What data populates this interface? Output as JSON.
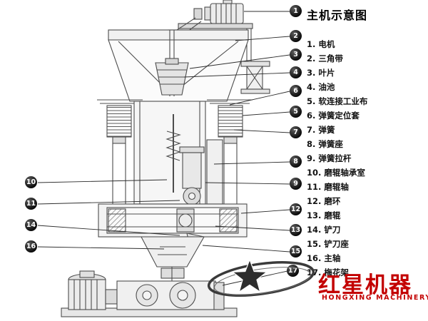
{
  "legend": {
    "title": "主机示意图",
    "items": [
      "1. 电机",
      "2. 三角带",
      "3. 叶片",
      "4. 油池",
      "5. 软连接工业布",
      "6. 弹簧定位套",
      "7. 弹簧",
      "8. 弹簧座",
      "9. 弹簧拉杆",
      "10. 磨辊轴承室",
      "11. 磨辊轴",
      "12. 磨环",
      "13. 磨辊",
      "14. 铲刀",
      "15. 铲刀座",
      "16. 主轴",
      "17. 梅花架"
    ]
  },
  "callouts": [
    "1",
    "2",
    "3",
    "4",
    "6",
    "5",
    "7",
    "8",
    "9",
    "12",
    "13",
    "15",
    "17",
    "10",
    "11",
    "14",
    "16"
  ],
  "logo": {
    "zh": "红星机器",
    "en": "HONGXING MACHINERY",
    "color": "#c30000"
  },
  "colors": {
    "linework": "#4d4d4d",
    "callout_bg": "#0a0a0a",
    "legend_text": "#111111"
  }
}
